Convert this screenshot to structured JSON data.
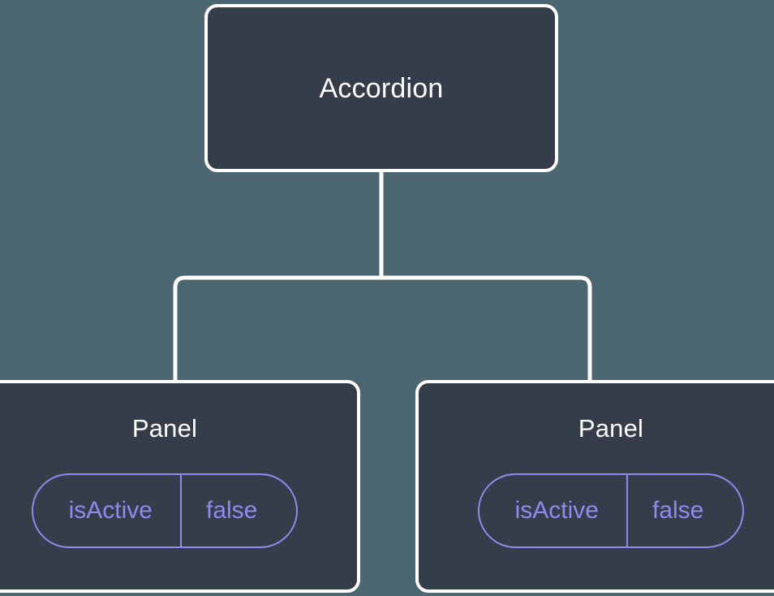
{
  "diagram": {
    "type": "component-tree",
    "background_color": "#4c6671",
    "node_fill_color": "#353c4a",
    "node_border_color": "#ffffff",
    "connector_color": "#ffffff",
    "accent_color": "#8c8cf0",
    "root": {
      "label": "Accordion"
    },
    "children": [
      {
        "label": "Panel",
        "props": [
          {
            "key": "isActive",
            "value": "false"
          }
        ]
      },
      {
        "label": "Panel",
        "props": [
          {
            "key": "isActive",
            "value": "false"
          }
        ]
      }
    ]
  }
}
